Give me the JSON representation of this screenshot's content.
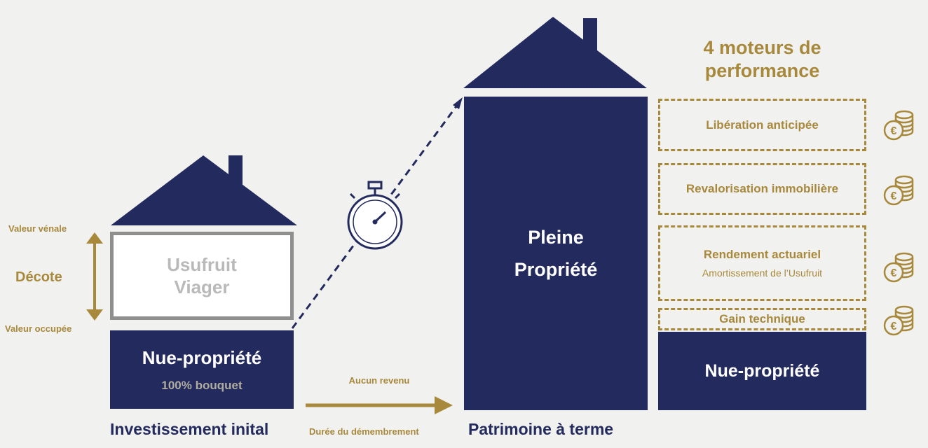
{
  "left": {
    "valeur_venale": "Valeur vénale",
    "decote": "Décote",
    "valeur_occupee": "Valeur occupée",
    "usufruit_line1": "Usufruit",
    "usufruit_line2": "Viager",
    "nue_propriete": "Nue-propriété",
    "bouquet": "100% bouquet",
    "caption": "Investissement inital"
  },
  "middle": {
    "aucun_revenu": "Aucun revenu",
    "duree": "Durée du démembrement"
  },
  "center": {
    "pleine_line1": "Pleine",
    "pleine_line2": "Propriété",
    "caption": "Patrimoine à terme"
  },
  "right": {
    "title_line1": "4 moteurs de",
    "title_line2": "performance",
    "boxes": [
      {
        "label": "Libération anticipée"
      },
      {
        "label": "Revalorisation immobilière"
      },
      {
        "label": "Rendement actuariel",
        "sub": "Amortissement de l’Usufruit"
      },
      {
        "label": "Gain technique"
      }
    ],
    "nue_propriete": "Nue-propriété"
  },
  "colors": {
    "navy": "#232a5e",
    "gold": "#a8893c",
    "background": "#f1f1ef"
  },
  "icons": [
    "stopwatch-icon",
    "euro-coins-icon"
  ]
}
